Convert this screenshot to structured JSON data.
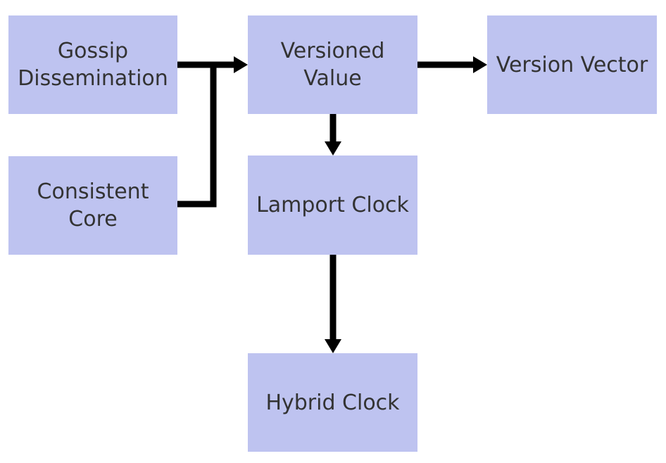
{
  "diagram": {
    "nodes": {
      "gossip_dissemination": {
        "label": [
          "Gossip",
          "Dissemination"
        ]
      },
      "consistent_core": {
        "label": [
          "Consistent",
          "Core"
        ]
      },
      "versioned_value": {
        "label": [
          "Versioned",
          "Value"
        ]
      },
      "version_vector": {
        "label": "Version Vector"
      },
      "lamport_clock": {
        "label": "Lamport Clock"
      },
      "hybrid_clock": {
        "label": "Hybrid Clock"
      }
    },
    "edges": [
      {
        "from": "gossip_dissemination",
        "to": "versioned_value"
      },
      {
        "from": "consistent_core",
        "to": "versioned_value"
      },
      {
        "from": "versioned_value",
        "to": "version_vector"
      },
      {
        "from": "versioned_value",
        "to": "lamport_clock"
      },
      {
        "from": "lamport_clock",
        "to": "hybrid_clock"
      }
    ]
  },
  "theme": {
    "node_fill": "#bec3f0",
    "node_text": "#333333",
    "arrow_color": "#000000",
    "background": "#ffffff"
  }
}
